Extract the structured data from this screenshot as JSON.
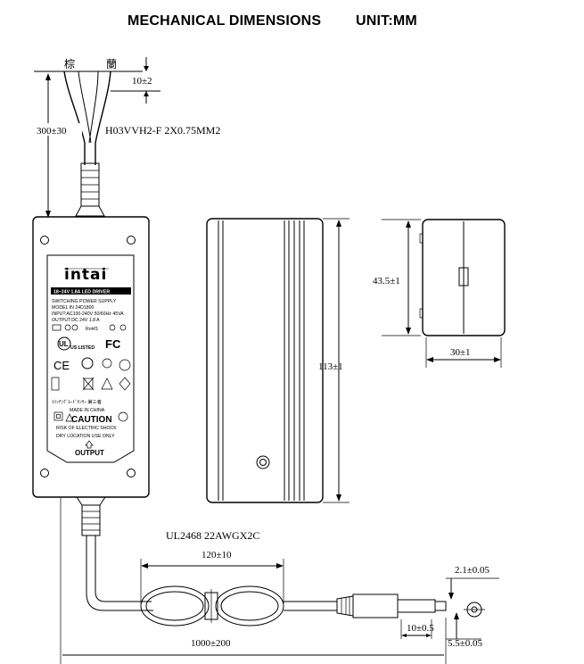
{
  "header": {
    "title": "MECHANICAL DIMENSIONS",
    "unit": "UNIT:MM"
  },
  "top_cable": {
    "wire_left_label": "棕",
    "wire_right_label": "蘭",
    "strip_length": "10±2",
    "lead_length": "300±30",
    "cable_spec": "H03VVH2-F 2X0.75MM2"
  },
  "label_panel": {
    "brand": "intai",
    "product_banner": "18~24V 1.8A LED DRIVER",
    "line_type": "SWITCHING POWER SUPPLY",
    "line_model": "MODEL IN 24D1800",
    "line_input": "INPUT:AC100-240V 50/60Hz 45VA",
    "line_output": "OUTPUT:DC 24V 1.8 A",
    "rohs": "RoHS",
    "ul_listed": "US LISTED",
    "fc": "FC",
    "ce": "CE",
    "japan_text": "ｽｲｯﾁﾝｸﾞﾓｰﾄﾞｾﾝｻｰ 第三者",
    "made_in": "MADE IN CHINA",
    "caution_title": "CAUTION",
    "caution_line1": "RISK OF ELECTRIC SHOCK",
    "caution_line2": "DRY LOCATION USE ONLY",
    "output_label": "OUTPUT"
  },
  "side_view": {
    "height": "113±1"
  },
  "end_view": {
    "height": "43.5±1",
    "width": "30±1"
  },
  "bottom_cable": {
    "cable_spec": "UL2468 22AWGX2C",
    "coil_length": "120±10",
    "total_length": "1000±200",
    "plug_outer": "2.1±0.05",
    "plug_length": "10±0.5",
    "plug_inner": "5.5±0.05"
  }
}
